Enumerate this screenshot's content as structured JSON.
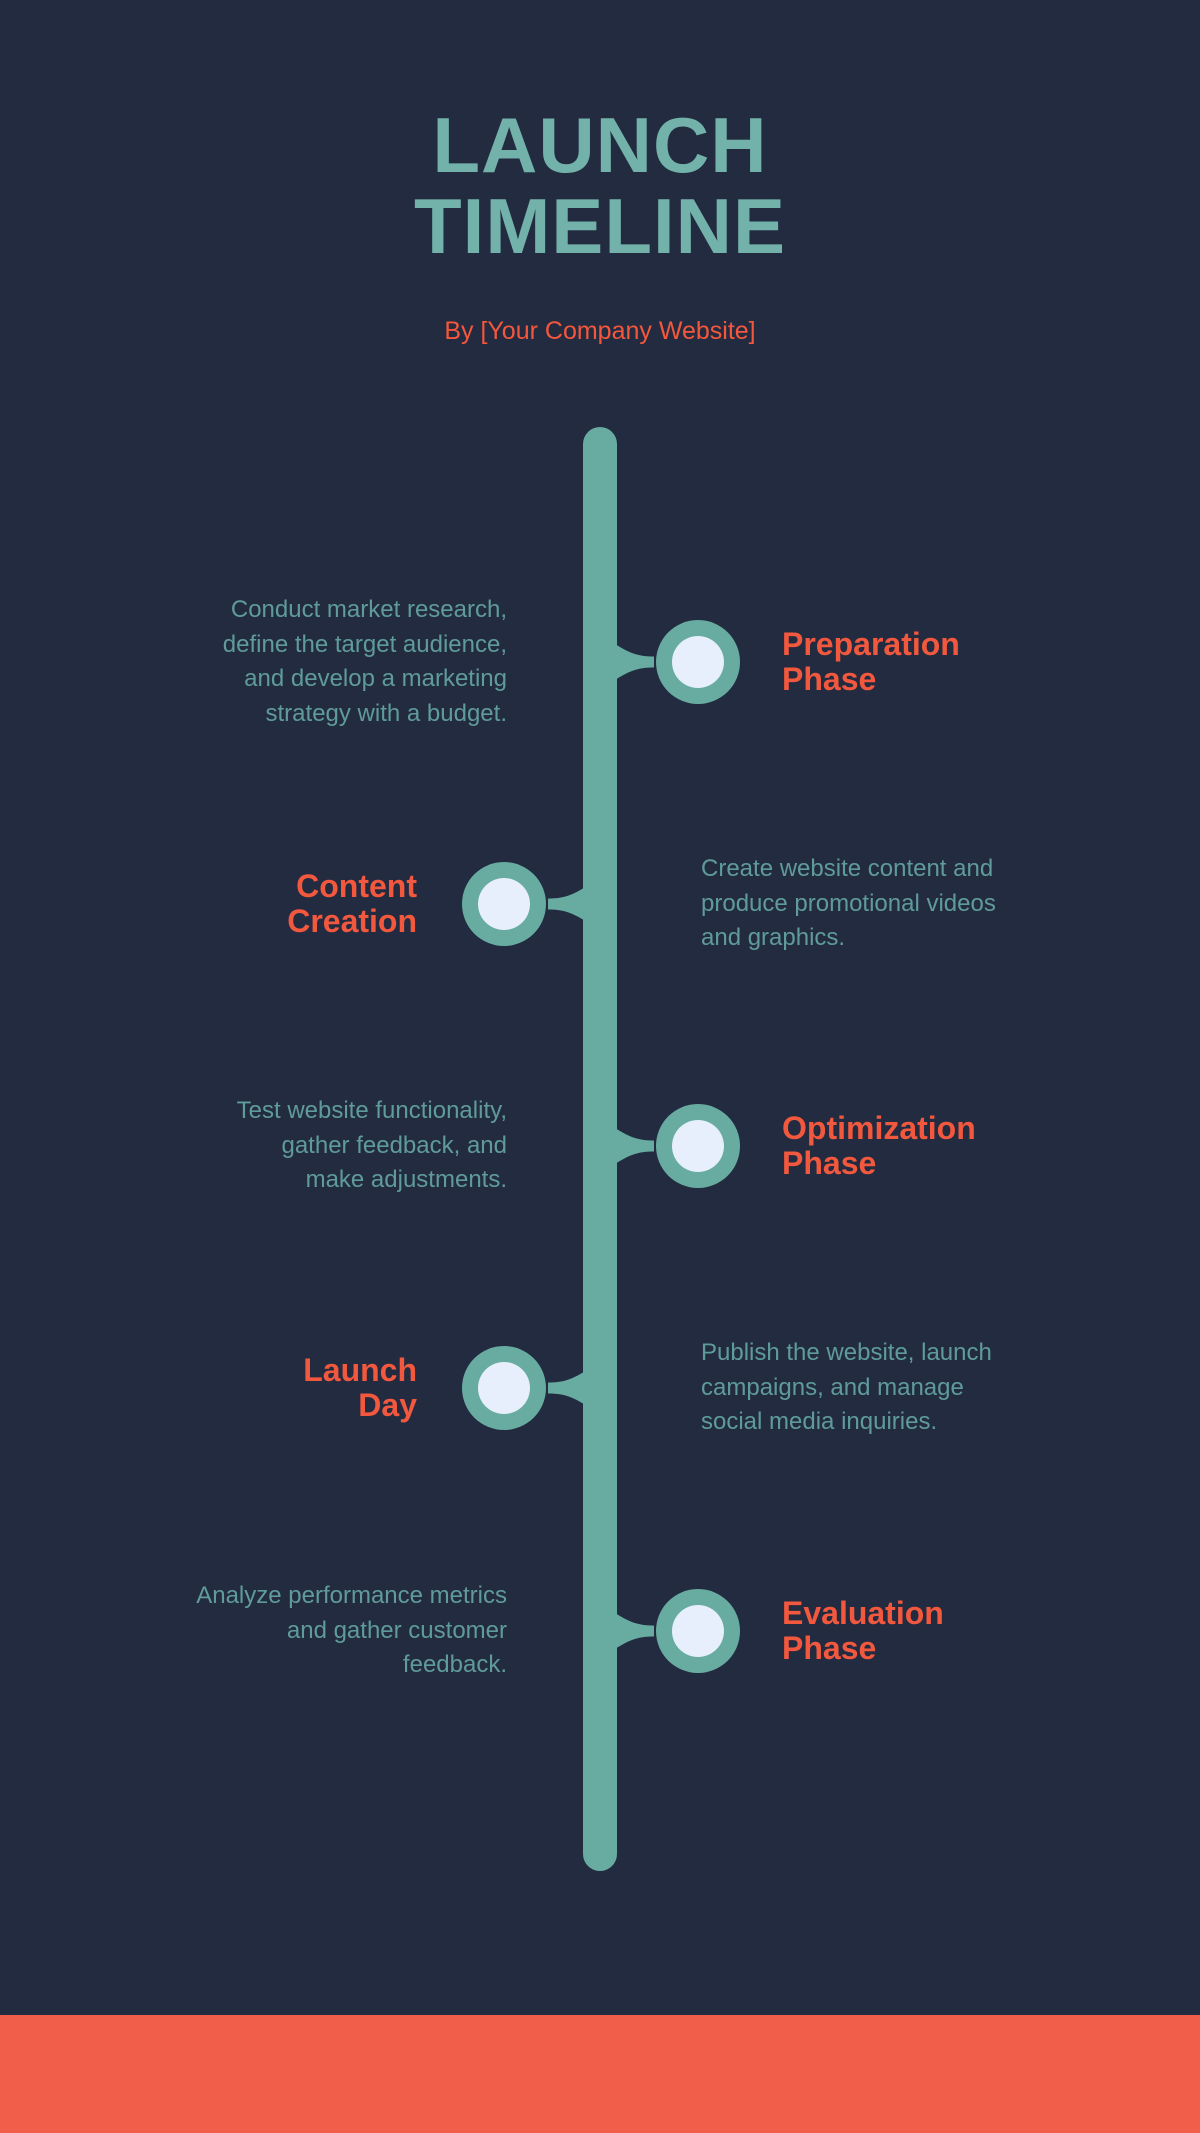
{
  "page": {
    "title": "LAUNCH\nTIMELINE",
    "subtitle": "By [Your Company Website]",
    "colors": {
      "background": "#232B41",
      "timeline_teal": "#68ACA1",
      "title_teal": "#73B2AA",
      "description_teal": "#5F9B9B",
      "heading_orange": "#F2583D",
      "subtitle_orange": "#F4573C",
      "footer_orange": "#F15E49",
      "node_inner": "#E7EEFC"
    }
  },
  "milestones": [
    {
      "side": "right",
      "title": "Preparation\nPhase",
      "description": "Conduct market research,\ndefine the target audience,\nand develop a marketing\nstrategy with a budget."
    },
    {
      "side": "left",
      "title": "Content\nCreation",
      "description": "Create website content and\nproduce promotional videos\nand graphics."
    },
    {
      "side": "right",
      "title": "Optimization\nPhase",
      "description": "Test website functionality,\ngather feedback, and\nmake adjustments."
    },
    {
      "side": "left",
      "title": "Launch\nDay",
      "description": "Publish the website, launch\ncampaigns, and manage\nsocial media inquiries."
    },
    {
      "side": "right",
      "title": "Evaluation\nPhase",
      "description": "Analyze performance metrics\nand gather customer\nfeedback."
    }
  ]
}
